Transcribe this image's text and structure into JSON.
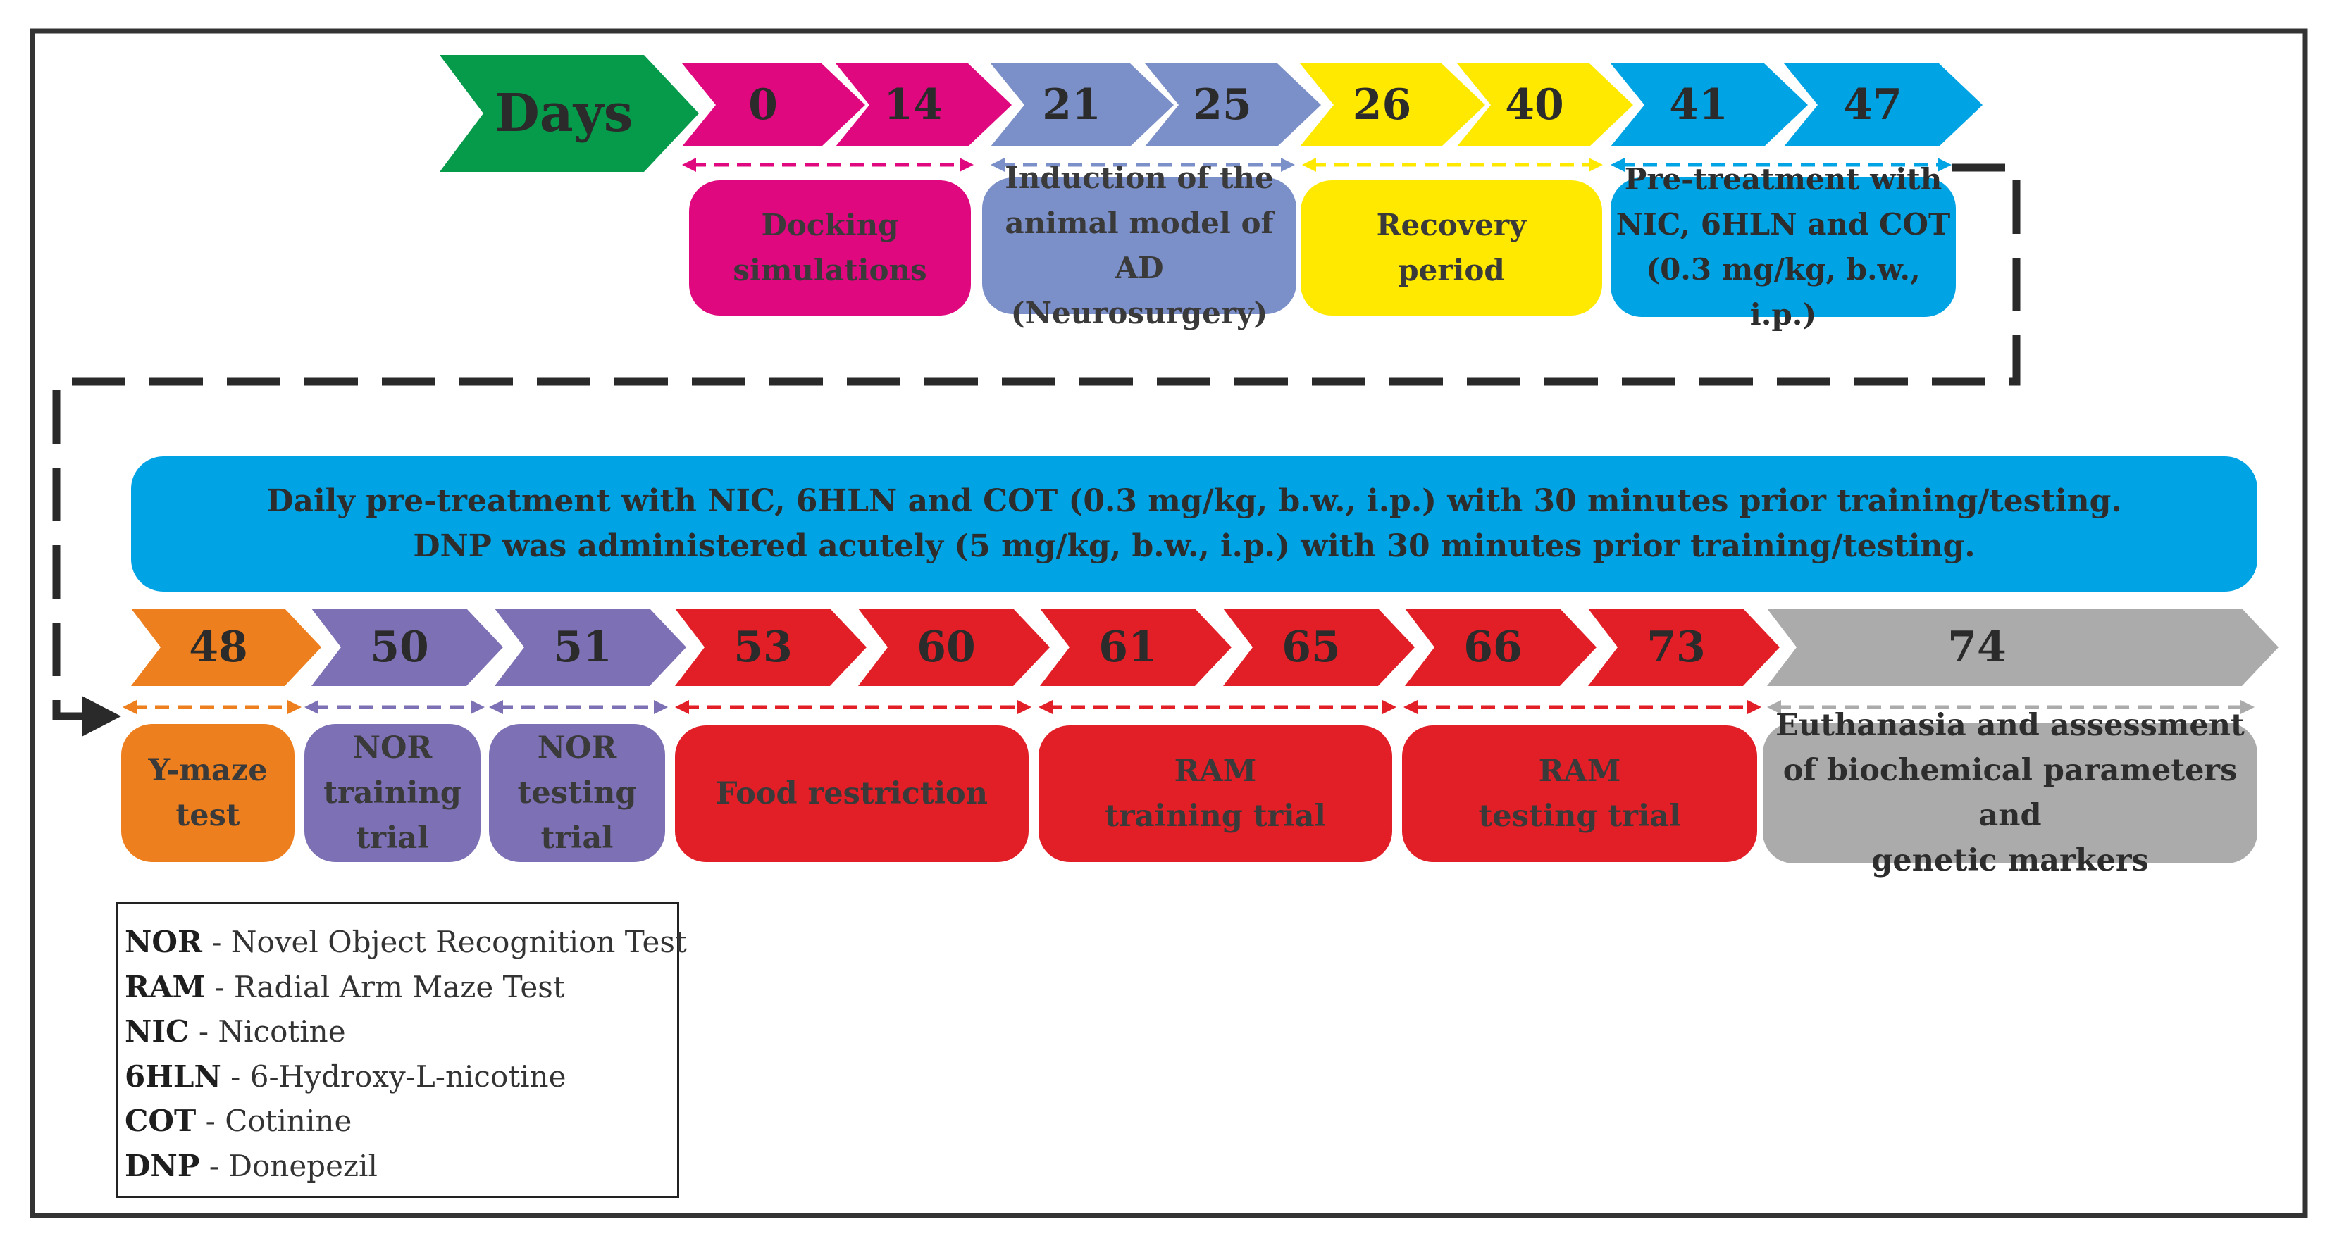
{
  "legend_label_sep": " - ",
  "colors": {
    "days": "#069A4B",
    "docking": "#E0087F",
    "induction": "#7B8FC8",
    "recovery": "#FFE900",
    "pretreat": "#00A3E4",
    "ymaze": "#EE7F1E",
    "nor": "#7D70B5",
    "ram": "#E21E27",
    "final": "#ABABAB"
  },
  "timeline_top": {
    "days_label": "Days",
    "days": [
      "0",
      "14",
      "21",
      "25",
      "26",
      "40",
      "41",
      "47"
    ],
    "phases": [
      {
        "text": "Docking\nsimulations"
      },
      {
        "text": "Induction of the\nanimal model of AD\n(Neurosurgery)"
      },
      {
        "text": "Recovery\nperiod"
      },
      {
        "text": "Pre-treatment with\nNIC, 6HLN and COT\n(0.3 mg/kg, b.w., i.p.)"
      }
    ]
  },
  "banner": {
    "line1": "Daily pre-treatment with NIC, 6HLN and COT (0.3 mg/kg, b.w., i.p.) with 30 minutes prior training/testing.",
    "line2": "DNP was administered acutely (5 mg/kg, b.w., i.p.) with 30 minutes prior training/testing."
  },
  "timeline_bottom": {
    "days": [
      "48",
      "50",
      "51",
      "53",
      "60",
      "61",
      "65",
      "66",
      "73",
      "74"
    ],
    "phases": [
      {
        "text": "Y-maze\ntest"
      },
      {
        "text": "NOR\ntraining\ntrial"
      },
      {
        "text": "NOR\ntesting\ntrial"
      },
      {
        "text": "Food restriction"
      },
      {
        "text": "RAM\ntraining trial"
      },
      {
        "text": "RAM\ntesting trial"
      },
      {
        "text": "Euthanasia and assessment\nof biochemical parameters and\ngenetic markers"
      }
    ]
  },
  "legend": [
    {
      "abbr": "NOR",
      "full": "Novel Object Recognition Test"
    },
    {
      "abbr": "RAM",
      "full": "Radial Arm Maze Test"
    },
    {
      "abbr": "NIC",
      "full": "Nicotine"
    },
    {
      "abbr": "6HLN",
      "full": "6-Hydroxy-L-nicotine"
    },
    {
      "abbr": "COT",
      "full": "Cotinine"
    },
    {
      "abbr": "DNP",
      "full": "Donepezil"
    }
  ]
}
